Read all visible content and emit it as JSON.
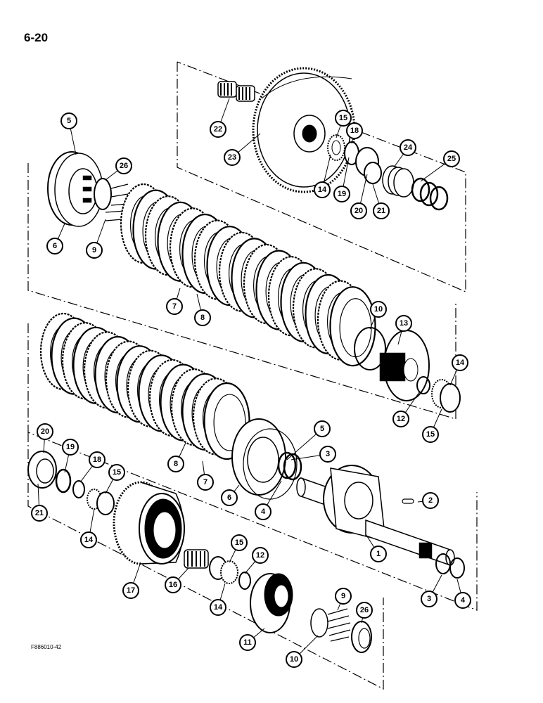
{
  "page_number": "6-20",
  "figure_id": "F886010-42",
  "icons": {
    "callout": "circled-number-callout",
    "gear": "gear-icon",
    "bearing": "needle-bearing-icon",
    "clutch_disc": "clutch-disc-icon",
    "shaft": "shaft-icon"
  },
  "callouts": [
    {
      "label": "5"
    },
    {
      "label": "26"
    },
    {
      "label": "6"
    },
    {
      "label": "9"
    },
    {
      "label": "22"
    },
    {
      "label": "23"
    },
    {
      "label": "15"
    },
    {
      "label": "18"
    },
    {
      "label": "24"
    },
    {
      "label": "25"
    },
    {
      "label": "14"
    },
    {
      "label": "19"
    },
    {
      "label": "20"
    },
    {
      "label": "21"
    },
    {
      "label": "7"
    },
    {
      "label": "8"
    },
    {
      "label": "10"
    },
    {
      "label": "13"
    },
    {
      "label": "14"
    },
    {
      "label": "12"
    },
    {
      "label": "15"
    },
    {
      "label": "5"
    },
    {
      "label": "3"
    },
    {
      "label": "8"
    },
    {
      "label": "7"
    },
    {
      "label": "6"
    },
    {
      "label": "4"
    },
    {
      "label": "2"
    },
    {
      "label": "1"
    },
    {
      "label": "3"
    },
    {
      "label": "4"
    },
    {
      "label": "20"
    },
    {
      "label": "19"
    },
    {
      "label": "18"
    },
    {
      "label": "15"
    },
    {
      "label": "21"
    },
    {
      "label": "14"
    },
    {
      "label": "17"
    },
    {
      "label": "16"
    },
    {
      "label": "15"
    },
    {
      "label": "12"
    },
    {
      "label": "14"
    },
    {
      "label": "11"
    },
    {
      "label": "9"
    },
    {
      "label": "26"
    },
    {
      "label": "10"
    }
  ]
}
